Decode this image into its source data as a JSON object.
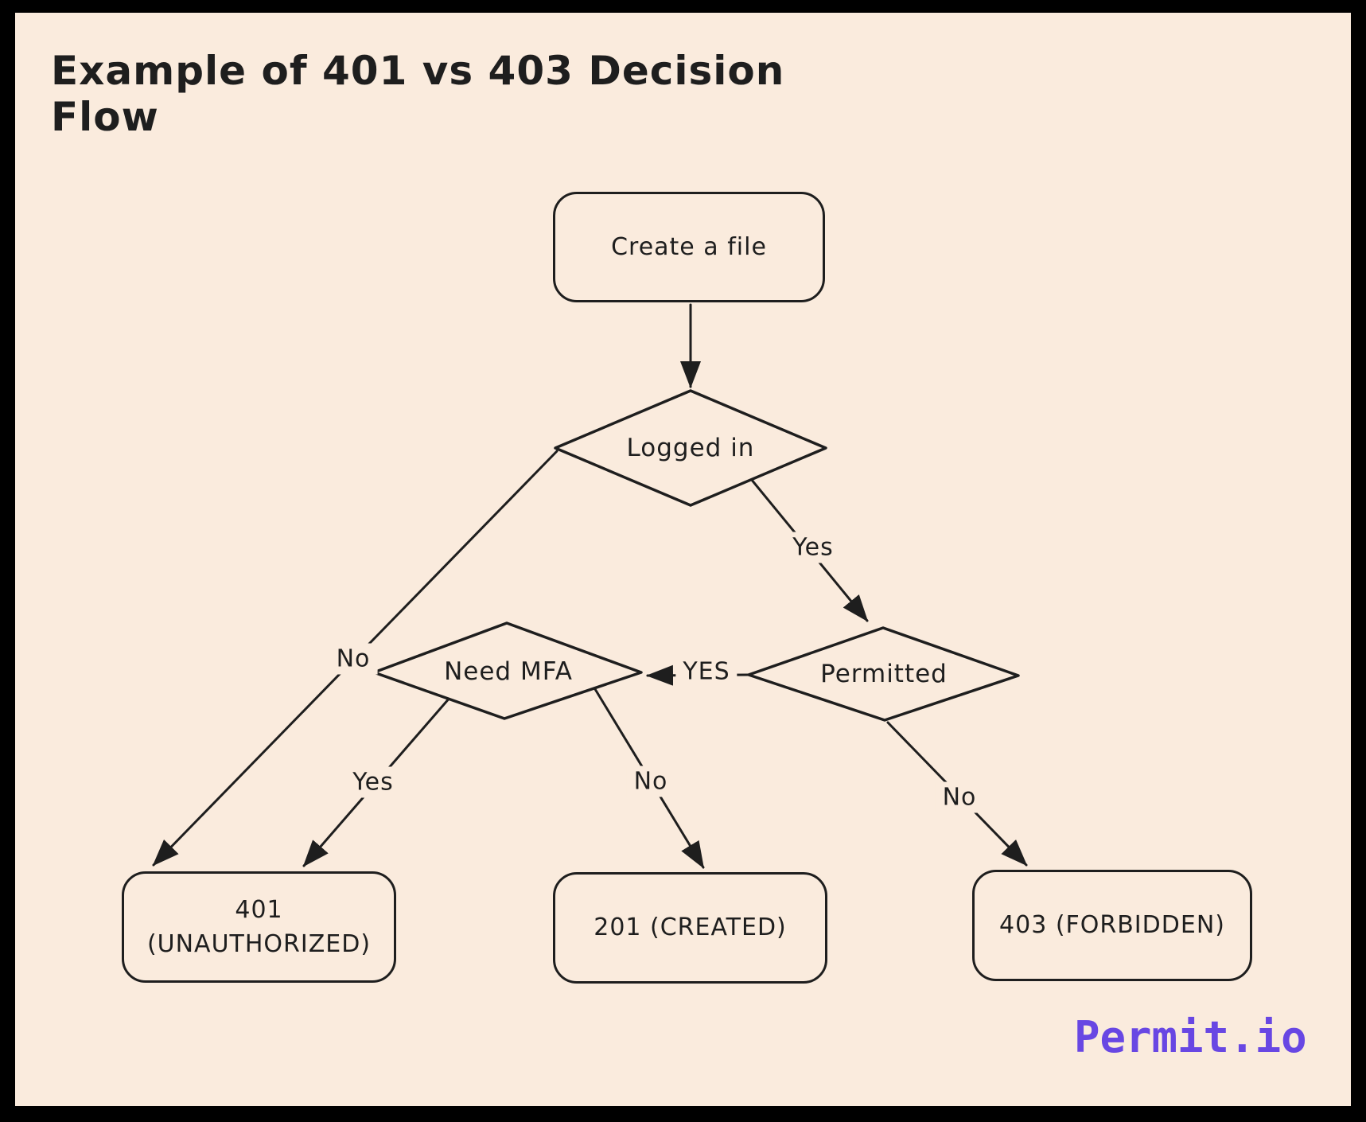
{
  "title": "Example of 401 vs 403 Decision Flow",
  "diagram_type": "flowchart",
  "colors": {
    "background": "#FAEBDD",
    "stroke": "#1E1E1E",
    "frame": "#000000",
    "brand": "#6847E3"
  },
  "nodes": {
    "start": {
      "label": "Create a file",
      "type": "process"
    },
    "logged_in": {
      "label": "Logged in",
      "type": "decision"
    },
    "need_mfa": {
      "label": "Need MFA",
      "type": "decision"
    },
    "permitted": {
      "label": "Permitted",
      "type": "decision"
    },
    "unauthorized": {
      "label_line1": "401",
      "label_line2": "(UNAUTHORIZED)",
      "type": "terminal"
    },
    "created": {
      "label": "201 (CREATED)",
      "type": "terminal"
    },
    "forbidden": {
      "label": "403 (FORBIDDEN)",
      "type": "terminal"
    }
  },
  "edges": {
    "start_to_logged_in": {
      "from": "start",
      "to": "logged_in",
      "label": ""
    },
    "logged_in_to_unauthorized": {
      "from": "logged_in",
      "to": "unauthorized",
      "label": "No"
    },
    "logged_in_to_permitted": {
      "from": "logged_in",
      "to": "permitted",
      "label": "Yes"
    },
    "permitted_to_need_mfa": {
      "from": "permitted",
      "to": "need_mfa",
      "label": "YES"
    },
    "need_mfa_to_unauthorized": {
      "from": "need_mfa",
      "to": "unauthorized",
      "label": "Yes"
    },
    "need_mfa_to_created": {
      "from": "need_mfa",
      "to": "created",
      "label": "No"
    },
    "permitted_to_forbidden": {
      "from": "permitted",
      "to": "forbidden",
      "label": "No"
    }
  },
  "brand": {
    "logo_text": "Permit.io"
  }
}
